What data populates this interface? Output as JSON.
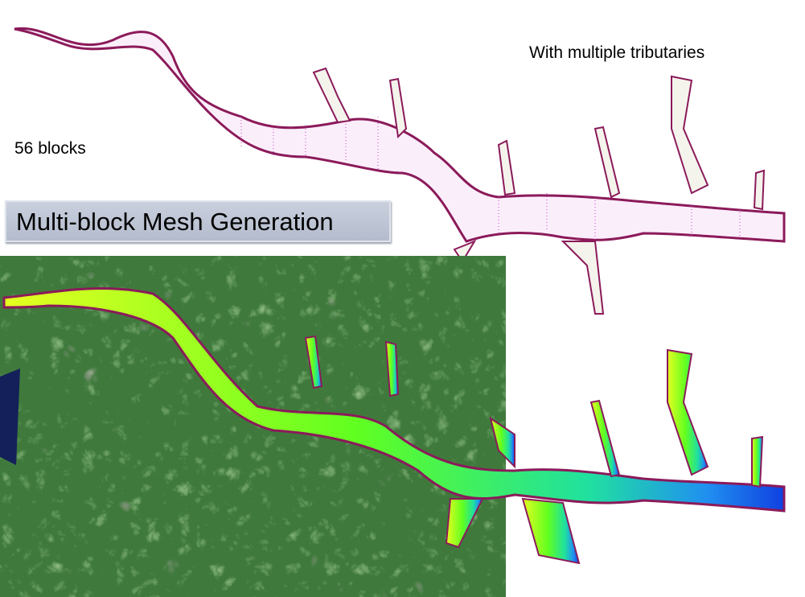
{
  "slide": {
    "title": "Multi-block  Mesh Generation",
    "subtitle": "With multiple tributaries",
    "block_count_label": "56 blocks"
  },
  "colors": {
    "mesh_outline": "#8b1a5a",
    "mesh_lines": "#c040c0",
    "satellite_green": "#3f7a3c",
    "title_box": "#bcc3d3"
  }
}
